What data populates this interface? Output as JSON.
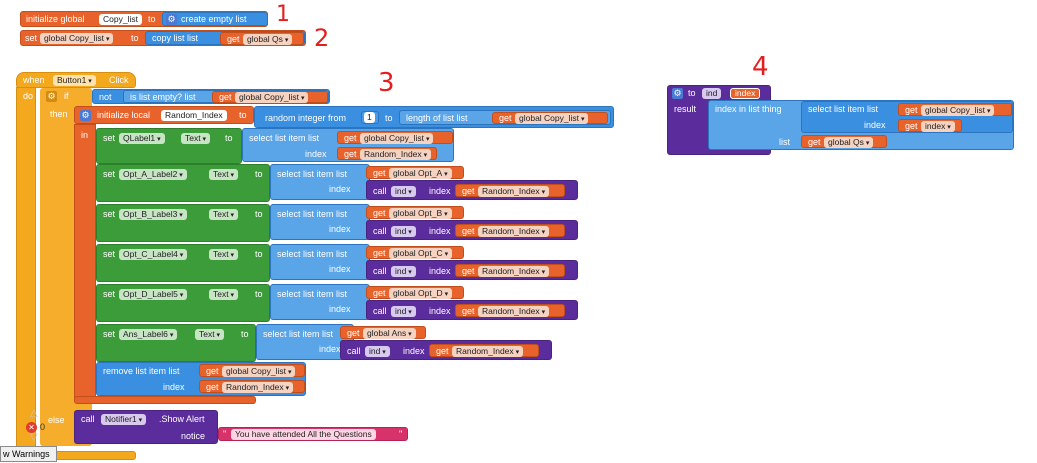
{
  "labels": {
    "l1": "1",
    "l2": "2",
    "l3": "3",
    "l4": "4"
  },
  "init": {
    "kw": "initialize global",
    "name": "Copy_list",
    "to": "to",
    "create": "create empty list"
  },
  "set_copy": {
    "set": "set",
    "var": "global Copy_list",
    "to": "to",
    "copy": "copy list  list",
    "get": "get",
    "src": "global Qs"
  },
  "when": {
    "when": "when",
    "comp": "Button1",
    "event": "Click",
    "do": "do"
  },
  "if_block": {
    "if": "if",
    "not": "not",
    "isempty": "is list empty?  list",
    "get": "get",
    "var": "global Copy_list",
    "then": "then",
    "else": "else"
  },
  "local": {
    "kw": "initialize local",
    "name": "Random_Index",
    "to": "to",
    "rand": "random integer from",
    "from": "1",
    "to2": "to",
    "len": "length of list  list",
    "get": "get",
    "var": "global Copy_list",
    "in": "in"
  },
  "q": {
    "set": "set",
    "comp": "QLabel1",
    "prop": "Text",
    "to": "to",
    "sel": "select list item  list",
    "get": "get",
    "list": "global Copy_list",
    "index": "index",
    "idx": "Random_Index"
  },
  "opts": [
    {
      "comp": "Opt_A_Label2",
      "list": "global Opt_A"
    },
    {
      "comp": "Opt_B_Label3",
      "list": "global Opt_B"
    },
    {
      "comp": "Opt_C_Label4",
      "list": "global Opt_C"
    },
    {
      "comp": "Opt_D_Label5",
      "list": "global Opt_D"
    },
    {
      "comp": "Ans_Label6",
      "list": "global Ans"
    }
  ],
  "common": {
    "set": "set",
    "text": "Text",
    "to": "to",
    "sel": "select list item  list",
    "get": "get",
    "index": "index",
    "call": "call",
    "ind": "ind",
    "idx": "Random_Index"
  },
  "remove": {
    "kw": "remove list item  list",
    "get": "get",
    "list": "global Copy_list",
    "index": "index",
    "idx": "Random_Index"
  },
  "notifier": {
    "call": "call",
    "comp": "Notifier1",
    "method": ".Show Alert",
    "notice": "notice",
    "msg": "You have attended All the Questions"
  },
  "proc": {
    "to": "to",
    "name": "ind",
    "param": "index",
    "result": "result",
    "ixinlist": "index in list  thing",
    "sel": "select list item  list",
    "get": "get",
    "list": "global Copy_list",
    "index": "index",
    "getidx": "index",
    "list2": "list",
    "qs": "global Qs"
  },
  "status": {
    "errors": "0",
    "warnings": "w Warnings"
  },
  "colors": {
    "variable": "#e8632b",
    "list": "#3a8fe0",
    "component": "#3d9c3a",
    "procedure": "#6a3aa8",
    "control": "#f4a81e",
    "text": "#d7336a"
  }
}
